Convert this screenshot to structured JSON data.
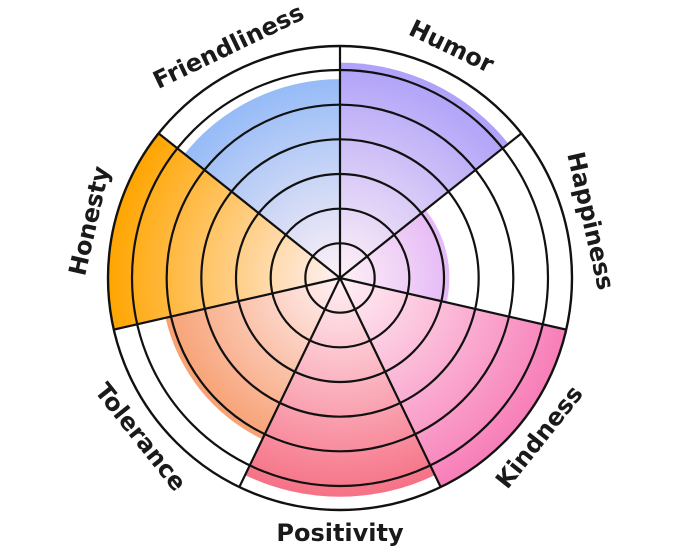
{
  "chart_data": {
    "type": "radial_bar",
    "categories": [
      "Humor",
      "Happiness",
      "Kindness",
      "Positivity",
      "Tolerance",
      "Honesty",
      "Friendliness"
    ],
    "values": [
      6.5,
      3.3,
      7.0,
      6.6,
      5.4,
      7.0,
      6.0
    ],
    "rlim": [
      0,
      7
    ],
    "rings": 5,
    "colors": [
      "#A99BF8",
      "#C77CF5",
      "#F77EB8",
      "#F56A7F",
      "#F58A4E",
      "#FFA500",
      "#84B2F7"
    ],
    "center_color": "#FFF1F6",
    "grid": true
  }
}
